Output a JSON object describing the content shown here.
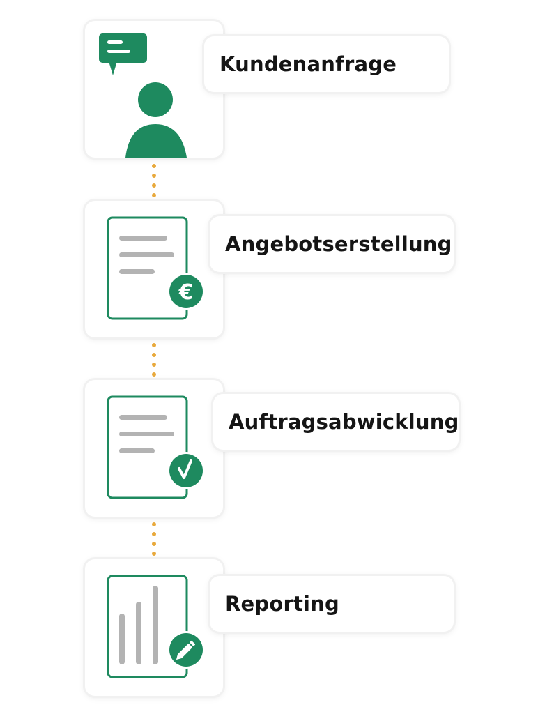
{
  "colors": {
    "green": "#1e8a5f",
    "gray": "#b3b3b3",
    "dots": "#e8a93c",
    "text": "#151515"
  },
  "steps": [
    {
      "label": "Kundenanfrage",
      "icon": "customer-request-icon"
    },
    {
      "label": "Angebotserstellung",
      "icon": "document-euro-icon"
    },
    {
      "label": "Auftragsabwicklung",
      "icon": "document-check-icon"
    },
    {
      "label": "Reporting",
      "icon": "bar-chart-edit-icon"
    }
  ]
}
